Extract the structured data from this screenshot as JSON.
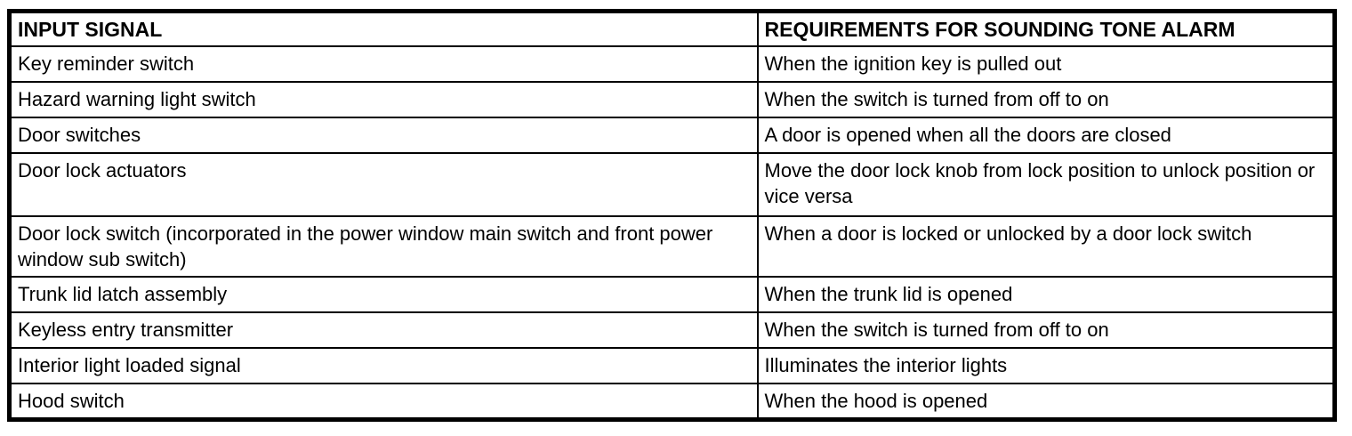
{
  "table": {
    "header": {
      "input_signal": "INPUT SIGNAL",
      "requirements": "REQUIREMENTS FOR SOUNDING TONE ALARM"
    },
    "rows": [
      {
        "input_signal": "Key reminder switch",
        "requirement": "When the ignition key is pulled out"
      },
      {
        "input_signal": "Hazard warning light switch",
        "requirement": "When the switch is turned from off to on"
      },
      {
        "input_signal": "Door switches",
        "requirement": "A door is opened when all the doors are closed"
      },
      {
        "input_signal": "Door lock actuators",
        "requirement": "Move the door lock knob from lock position to unlock position or vice versa"
      },
      {
        "input_signal": "Door lock switch (incorporated in the power window main switch and front power window sub switch)",
        "requirement": "When a door is locked or unlocked by a door lock switch"
      },
      {
        "input_signal": "Trunk lid latch assembly",
        "requirement": "When the trunk lid is opened"
      },
      {
        "input_signal": "Keyless entry transmitter",
        "requirement": "When the switch is turned from off to on"
      },
      {
        "input_signal": "Interior light loaded signal",
        "requirement": "Illuminates the interior lights"
      },
      {
        "input_signal": "Hood switch",
        "requirement": "When the hood is opened"
      }
    ]
  },
  "colors": {
    "border": "#000000",
    "background": "#ffffff",
    "text": "#000000"
  }
}
